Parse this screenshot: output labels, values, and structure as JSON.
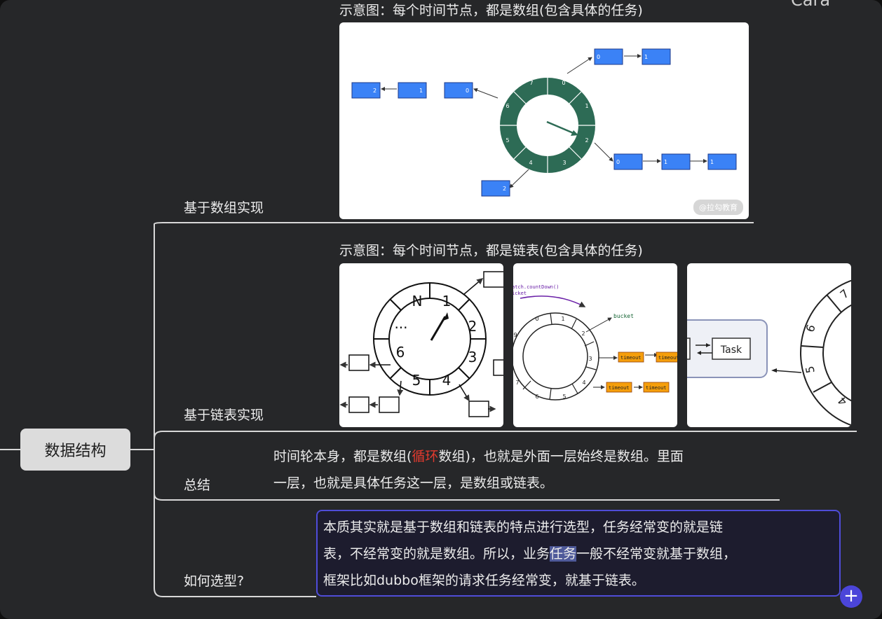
{
  "root": {
    "label": "数据结构"
  },
  "top_right_text": "Cara",
  "branches": [
    {
      "label": "基于数组实现",
      "caption": "示意图：每个时间节点，都是数组(包含具体的任务)"
    },
    {
      "label": "基于链表实现",
      "caption": "示意图：每个时间节点，都是链表(包含具体的任务)"
    },
    {
      "label": "总结",
      "text_line1_pre": "时间轮本身，都是数组(",
      "text_line1_red": "循环",
      "text_line1_post": "数组)，也就是外面一层始终是数组。里面",
      "text_line2": "一层，也就是具体任务这一层，是数组或链表。"
    },
    {
      "label": "如何选型?",
      "text_line1": "本质其实就是基于数组和链表的特点进行选型，任务经常变的就是链",
      "text_line2_pre": "表，不经常变的就是数组。所以，业务",
      "text_line2_hl": "任务",
      "text_line2_post": "一般不经常变就基于数组，",
      "text_line3": "框架比如dubbo框架的请求任务经常变，就基于链表。"
    }
  ],
  "diagram1": {
    "watermark": "@拉勾教育",
    "slots": [
      "0",
      "1",
      "2",
      "3",
      "4",
      "5",
      "6",
      "7"
    ],
    "chain_top": [
      "0",
      "1"
    ],
    "chain_right": [
      "0",
      "1",
      "1"
    ],
    "chain_left": [
      "0",
      "1",
      "2"
    ],
    "chain_bottom": [
      "2"
    ],
    "ring_color": "#2d6b55",
    "node_color": "#3b82f6"
  },
  "diagram2": {
    "slots": [
      "N",
      "1",
      "2",
      "3",
      "4",
      "5",
      "6",
      "..."
    ]
  },
  "diagram3": {
    "code_line1": "atch.countDown()",
    "code_line2": "icket",
    "bucket_label": "bucket",
    "slots": [
      "0",
      "1",
      "2",
      "3",
      "4",
      "5",
      "6",
      "7",
      "9"
    ],
    "timeout_label": "timeout"
  },
  "diagram4": {
    "task_label": "Task",
    "slots": [
      "6",
      "5",
      "4",
      "7"
    ]
  },
  "add_button": "+"
}
